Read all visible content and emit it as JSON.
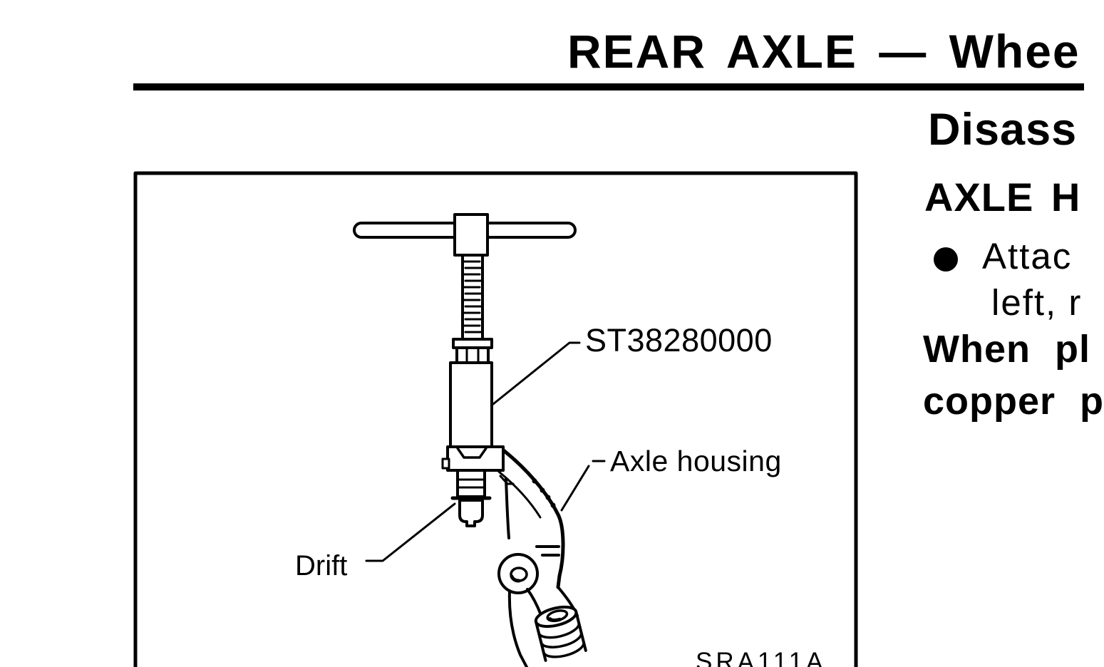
{
  "page": {
    "header": {
      "title": "REAR AXLE — Whee"
    },
    "content": {
      "section_heading": "Disass",
      "subsection_heading": "AXLE H",
      "bullet_line1": "Attac",
      "bullet_line2": "left, r",
      "caution_line1": "When pl",
      "caution_line2": "copper p"
    },
    "figure": {
      "labels": {
        "tool_number": "ST38280000",
        "housing": "Axle housing",
        "drift": "Drift",
        "figure_code": "SRA111A"
      }
    },
    "colors": {
      "ink": "#000000",
      "paper": "#ffffff"
    }
  }
}
